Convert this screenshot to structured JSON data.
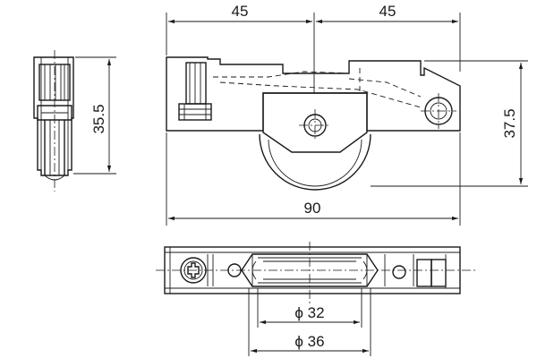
{
  "dimensions": {
    "front_left_half": "45",
    "front_right_half": "45",
    "front_total_length": "90",
    "front_height": "37.5",
    "side_height": "35.5",
    "wheel_inner_diameter": "ϕ 32",
    "wheel_outer_diameter": "ϕ 36"
  }
}
